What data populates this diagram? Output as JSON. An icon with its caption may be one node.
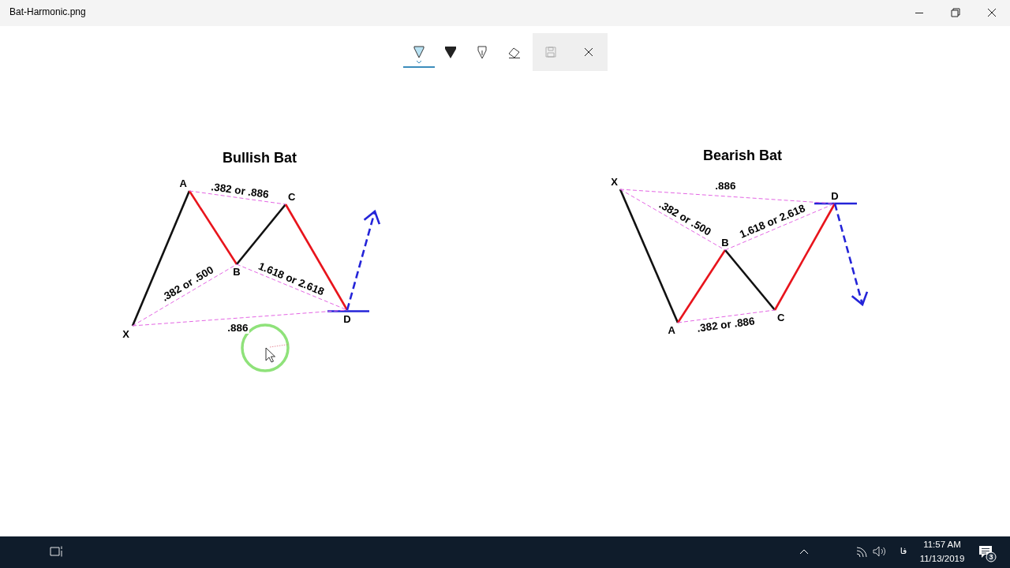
{
  "diagram": {
    "nodes": [
      {
        "text": [
          "X"
        ]
      },
      {
        "text": [
          "A"
        ]
      },
      {
        "text": [
          "B"
        ]
      },
      {
        "text": [
          "C"
        ]
      },
      {
        "text": [
          "D"
        ]
      },
      {
        "text": [
          "X"
        ]
      },
      {
        "text": [
          "A"
        ]
      },
      {
        "text": [
          "B"
        ]
      },
      {
        "text": [
          "C"
        ]
      },
      {
        "text": [
          "D"
        ]
      }
    ],
    "edges": [
      {
        "from": 0,
        "to": 1,
        "arrow": "none",
        "color": "#111111"
      },
      {
        "from": 1,
        "to": 2,
        "arrow": "none",
        "color": "#e8141c"
      },
      {
        "from": 2,
        "to": 3,
        "arrow": "none",
        "color": "#111111"
      },
      {
        "from": 3,
        "to": 4,
        "arrow": "none",
        "color": "#e8141c"
      },
      {
        "from": 0,
        "to": 2,
        "arrow": "none",
        "style": "dashed",
        "label": ".382 or .500"
      },
      {
        "from": 1,
        "to": 3,
        "arrow": "none",
        "style": "dashed",
        "label": ".382 or .886"
      },
      {
        "from": 2,
        "to": 4,
        "arrow": "none",
        "style": "dashed",
        "label": "1.618 or 2.618"
      },
      {
        "from": 0,
        "to": 4,
        "arrow": "none",
        "style": "dashed",
        "label": ".886"
      },
      {
        "from": 4,
        "to": null,
        "arrow": "to",
        "style": "dashed",
        "color": "#2424d8"
      },
      {
        "from": 5,
        "to": 6,
        "arrow": "none",
        "color": "#111111"
      },
      {
        "from": 6,
        "to": 7,
        "arrow": "none",
        "color": "#e8141c"
      },
      {
        "from": 7,
        "to": 8,
        "arrow": "none",
        "color": "#111111"
      },
      {
        "from": 8,
        "to": 9,
        "arrow": "none",
        "color": "#e8141c"
      },
      {
        "from": 5,
        "to": 7,
        "arrow": "none",
        "style": "dashed",
        "label": ".382 or .500"
      },
      {
        "from": 6,
        "to": 8,
        "arrow": "none",
        "style": "dashed",
        "label": ".382 or .886"
      },
      {
        "from": 7,
        "to": 9,
        "arrow": "none",
        "style": "dashed",
        "label": "1.618 or 2.618"
      },
      {
        "from": 5,
        "to": 9,
        "arrow": "none",
        "style": "dashed",
        "label": ".886"
      },
      {
        "from": 9,
        "to": null,
        "arrow": "to",
        "style": "dashed",
        "color": "#2424d8"
      }
    ],
    "labels": [
      "Bat-Harmonic.png",
      "Bullish Bat",
      "Bearish Bat",
      "فا",
      "11:57 AM",
      "11/13/2019",
      "3"
    ]
  }
}
